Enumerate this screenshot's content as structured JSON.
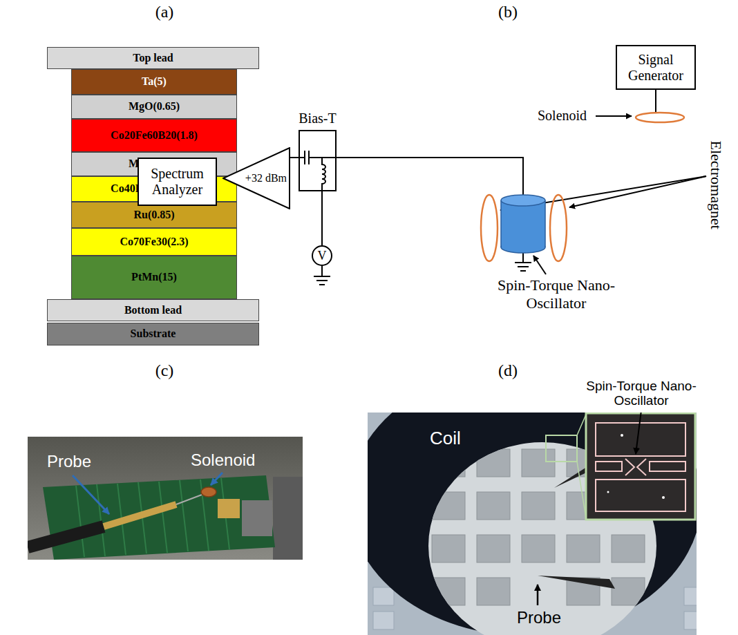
{
  "diagram": {
    "nodes": [
      {
        "text": [
          "Top lead"
        ]
      },
      {
        "text": [
          "Ta(5)"
        ]
      },
      {
        "text": [
          "MgO(0.65)"
        ]
      },
      {
        "text": [
          "Co20Fe60B20(1.8)"
        ]
      },
      {
        "text": [
          "MgO(0.83)"
        ]
      },
      {
        "text": [
          "Co40Fe40B20(2.4)"
        ]
      },
      {
        "text": [
          "Ru(0.85)"
        ]
      },
      {
        "text": [
          "Co70Fe30(2.3)"
        ]
      },
      {
        "text": [
          "PtMn(15)"
        ]
      },
      {
        "text": [
          "Bottom lead"
        ]
      },
      {
        "text": [
          "Substrate"
        ]
      },
      {
        "text": [
          "Signal Generator"
        ]
      },
      {
        "text": [
          "Spectrum Analyzer"
        ]
      },
      {
        "text": [
          "+32 dBm"
        ]
      },
      {
        "text": [
          "Bias-T"
        ]
      },
      {
        "text": [
          "V"
        ]
      }
    ],
    "edges": [
      {
        "from": 13,
        "to": 12,
        "arrow": "none"
      },
      {
        "from": 13,
        "to": 14,
        "arrow": "none"
      },
      {
        "from": 14,
        "to": 15,
        "arrow": "none"
      }
    ],
    "labels": [
      "(a)",
      "(b)",
      "Solenoid",
      "Electromagnet",
      "Spin-Torque Nano-Oscillator",
      "(c)",
      "(d)",
      "Probe",
      "Solenoid",
      "Spin-Torque Nano-Oscillator",
      "Coil",
      "Probe"
    ]
  }
}
